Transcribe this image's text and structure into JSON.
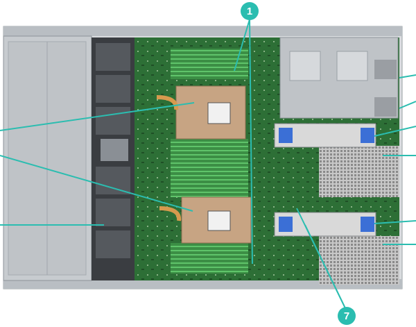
{
  "image": {
    "subject": "server-chassis-top-view"
  },
  "callouts": [
    {
      "label": "1"
    },
    {
      "label": "7"
    }
  ],
  "colors": {
    "callout": "#2bbdb0",
    "chassis": "#c9cdd1",
    "board": "#2f7a3a",
    "dimm": "#3a9a46",
    "riser_latch": "#3b6fd6",
    "cpu_heatsink": "#c6a27f"
  }
}
